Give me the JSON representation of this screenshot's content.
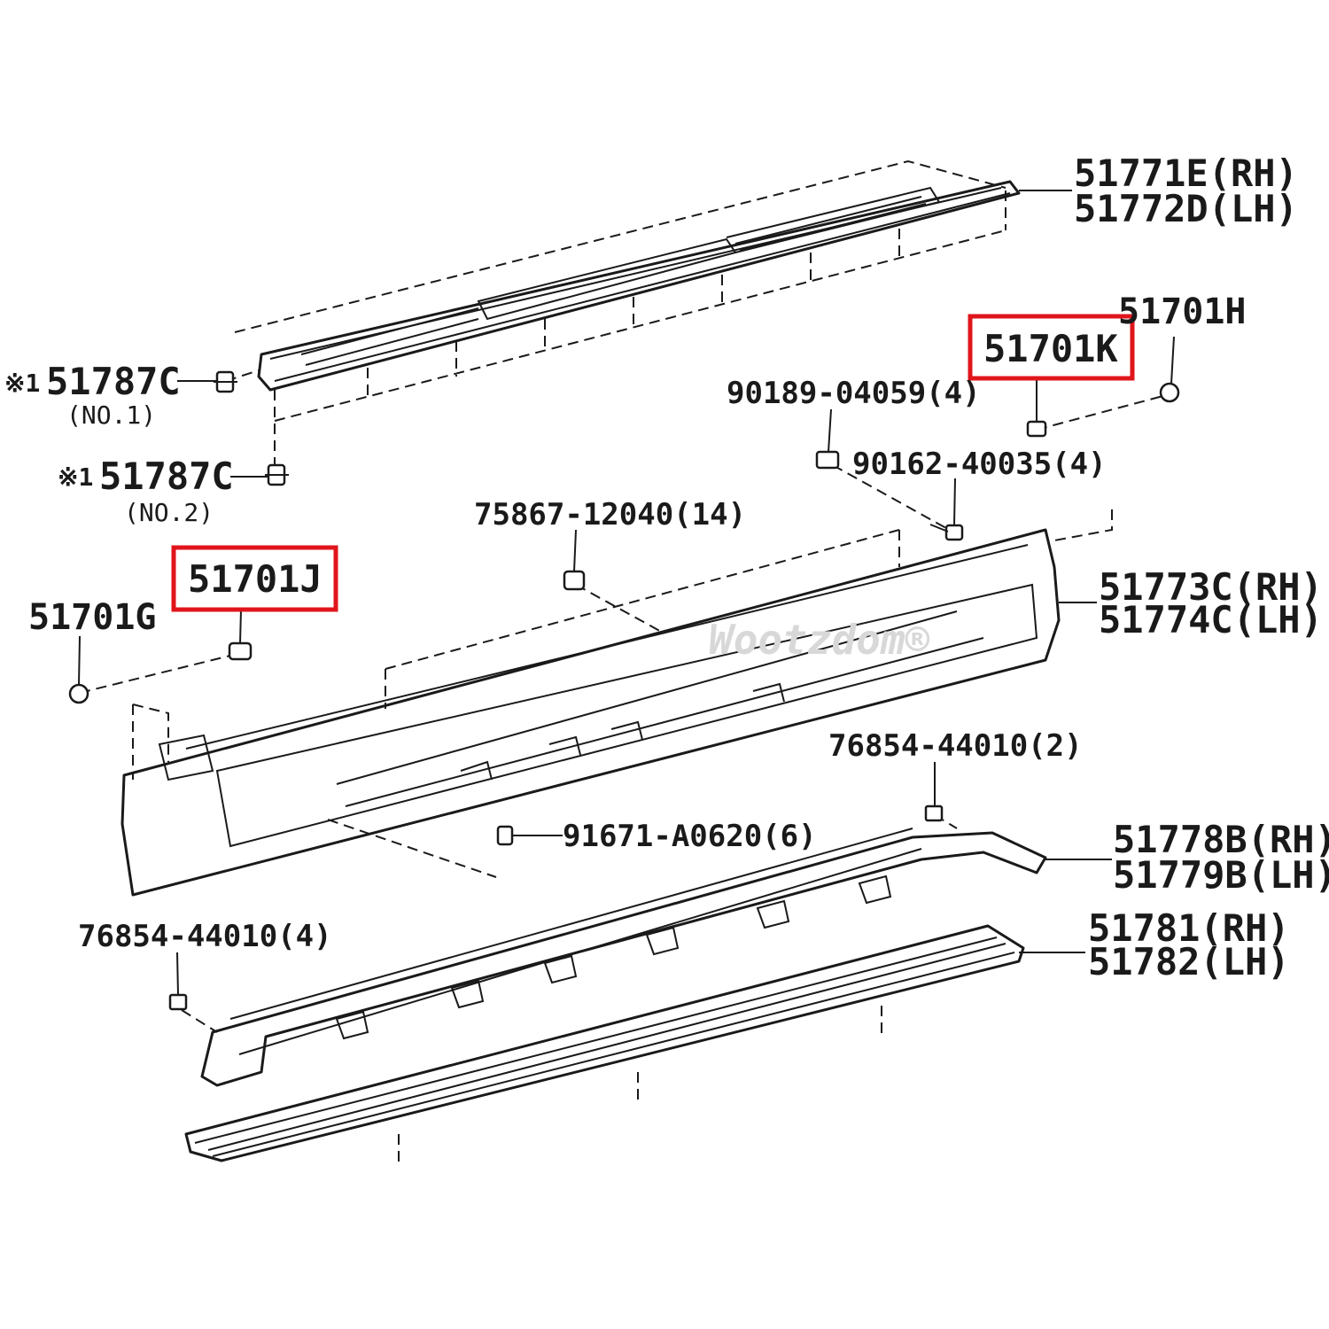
{
  "colors": {
    "line": "#1a1a1a",
    "highlight": "#e0151b",
    "background": "#ffffff",
    "watermark": "#d8d8d8"
  },
  "watermark": "Wootzdom®",
  "labels": {
    "step_pad_rh": "51771E(RH)",
    "step_pad_lh": "51772D(LH)",
    "clip_no1_mark": "※1",
    "clip_no1_part": "51787C",
    "clip_no1_note": "(NO.1)",
    "clip_no2_mark": "※1",
    "clip_no2_part": "51787C",
    "clip_no2_note": "(NO.2)",
    "part_51701h": "51701H",
    "part_51701k": "51701K",
    "part_90189": "90189-04059(4)",
    "part_90162": "90162-40035(4)",
    "part_75867": "75867-12040(14)",
    "part_51701j": "51701J",
    "part_51701g": "51701G",
    "step_rh": "51773C(RH)",
    "step_lh": "51774C(LH)",
    "part_76854_2": "76854-44010(2)",
    "part_91671": "91671-A0620(6)",
    "bracket_rh": "51778B(RH)",
    "bracket_lh": "51779B(LH)",
    "part_76854_4": "76854-44010(4)",
    "rail_rh": "51781(RH)",
    "rail_lh": "51782(LH)"
  }
}
